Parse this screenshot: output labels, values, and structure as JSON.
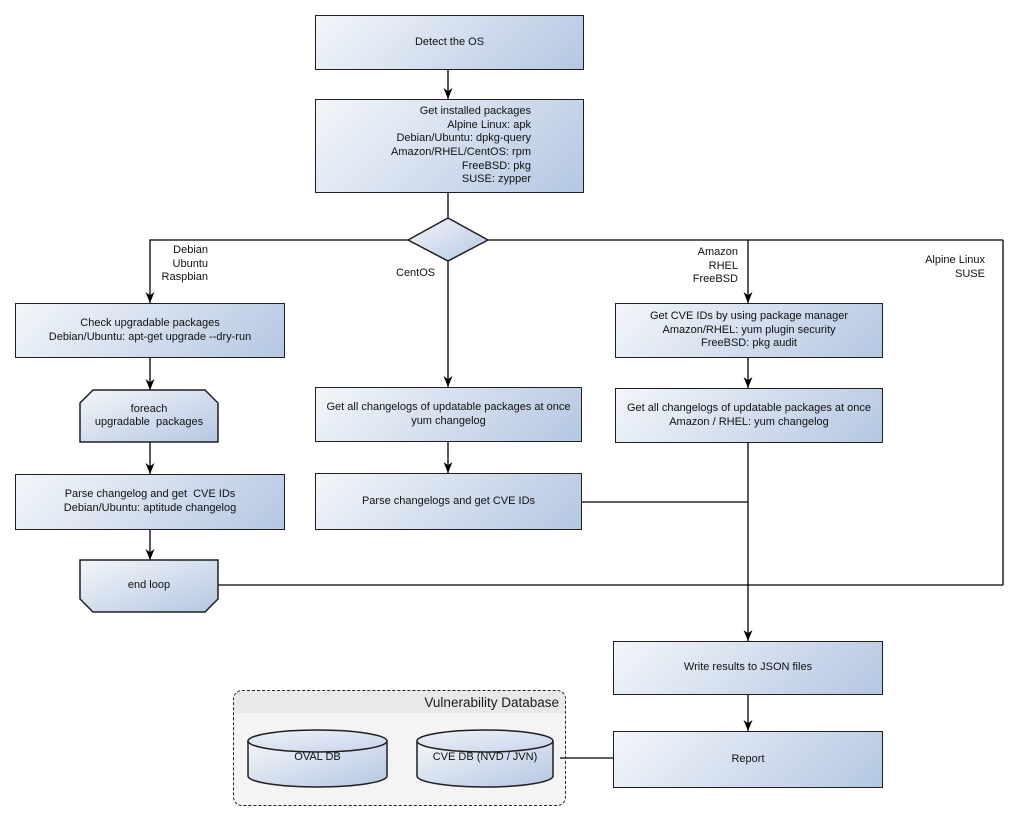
{
  "nodes": {
    "detect_os": "Detect the OS",
    "get_installed_packages": "Get installed packages\nAlpine Linux: apk\nDebian/Ubuntu: dpkg-query\nAmazon/RHEL/CentOS: rpm\nFreeBSD: pkg\nSUSE: zypper",
    "check_upgradable": "Check upgradable packages\nDebian/Ubuntu: apt-get upgrade --dry-run",
    "foreach_loop": "foreach\nupgradable  packages",
    "parse_changelog_debian": "Parse changelog and get  CVE IDs\nDebian/Ubuntu: aptitude changelog",
    "end_loop": "end loop",
    "get_changelogs_centos": "Get all changelogs of updatable packages at once\nyum changelog",
    "parse_changelogs_centos": "Parse changelogs and get CVE IDs",
    "get_cve_ids_pkg_mgr": "Get CVE IDs by using package manager\nAmazon/RHEL: yum plugin security\nFreeBSD: pkg audit",
    "get_changelogs_amazon": "Get all changelogs of updatable packages at once\nAmazon / RHEL: yum changelog",
    "write_results": "Write results to JSON files",
    "report": "Report"
  },
  "branch_labels": {
    "left": "Debian\nUbuntu\nRaspbian",
    "center": "CentOS",
    "right": "Amazon\nRHEL\nFreeBSD",
    "far_right": "Alpine Linux\nSUSE"
  },
  "vulnerability_database": {
    "title": "Vulnerability Database",
    "oval_db": "OVAL DB",
    "cve_db": "CVE DB (NVD / JVN)"
  },
  "colors": {
    "node_gradient_start": "#f3f6fa",
    "node_gradient_end": "#b4c7e2",
    "node_border": "#1f1f1f",
    "connector": "#000000",
    "db_panel_background": "#f4f4f4",
    "db_header_background": "#e9e9e9",
    "page_background": "#ffffff"
  }
}
